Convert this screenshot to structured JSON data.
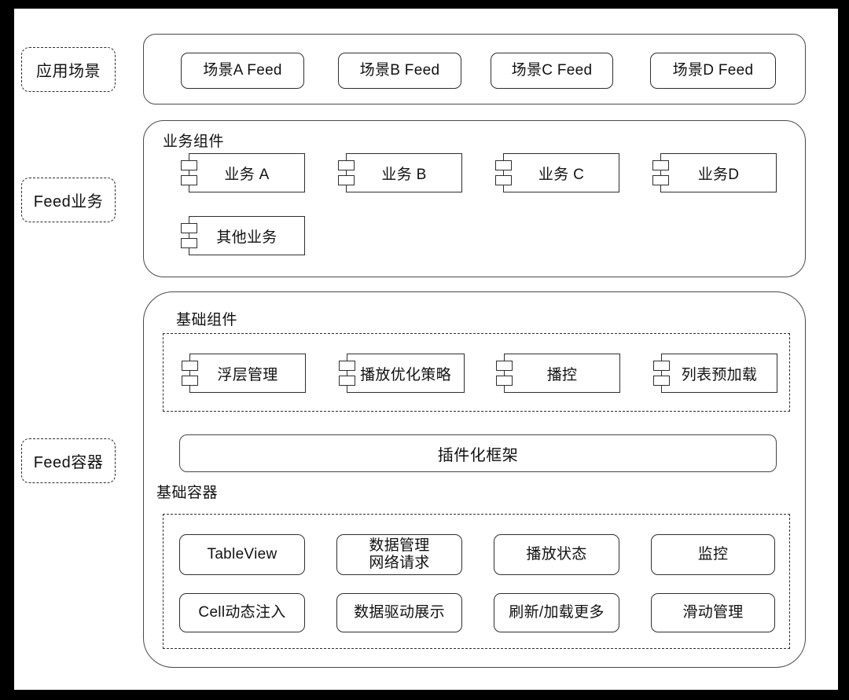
{
  "colors": {
    "frame": "#000000",
    "page_background": "#ffffff",
    "stroke": "#2e2e2e"
  },
  "rows": [
    {
      "label": "应用场景"
    },
    {
      "label": "Feed业务"
    },
    {
      "label": "Feed容器"
    }
  ],
  "scenes": {
    "items": [
      "场景A Feed",
      "场景B Feed",
      "场景C Feed",
      "场景D Feed"
    ]
  },
  "business": {
    "title": "业务组件",
    "components": [
      "业务 A",
      "业务 B",
      "业务 C",
      "业务D",
      "其他业务"
    ]
  },
  "feed_container": {
    "components_title": "基础组件",
    "components": [
      "浮层管理",
      "播放优化策略",
      "播控",
      "列表预加载"
    ],
    "plugin_framework": "插件化框架",
    "base_title": "基础容器",
    "base_row1": [
      "TableView",
      "数据管理\n网络请求",
      "播放状态",
      "监控"
    ],
    "base_row2": [
      "Cell动态注入",
      "数据驱动展示",
      "刷新/加载更多",
      "滑动管理"
    ]
  }
}
